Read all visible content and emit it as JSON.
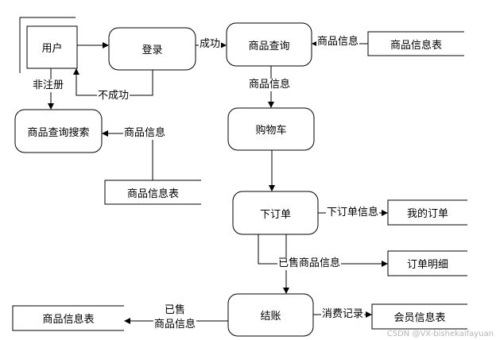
{
  "nodes": {
    "user": "用户",
    "login": "登录",
    "product_query": "商品查询",
    "product_info_table_top": "商品信息表",
    "product_search": "商品查询搜索",
    "product_info_table_left": "商品信息表",
    "cart": "购物车",
    "place_order": "下订单",
    "my_order": "我的订单",
    "order_detail": "订单明细",
    "checkout": "结账",
    "member_info_table": "会员信息表",
    "product_info_table_bottom": "商品信息表"
  },
  "edges": {
    "success": "成功",
    "not_registered": "非注册",
    "fail": "不成功",
    "product_info_in": "商品信息",
    "product_info_down": "商品信息",
    "product_info_search": "商品信息",
    "order_info": "下订单信息",
    "sold_product_info": "已售商品信息",
    "consume_record": "消费记录",
    "sold_line1": "已售",
    "sold_line2": "商品信息"
  },
  "watermark": "CSDN @VX-bishekaifayuan"
}
